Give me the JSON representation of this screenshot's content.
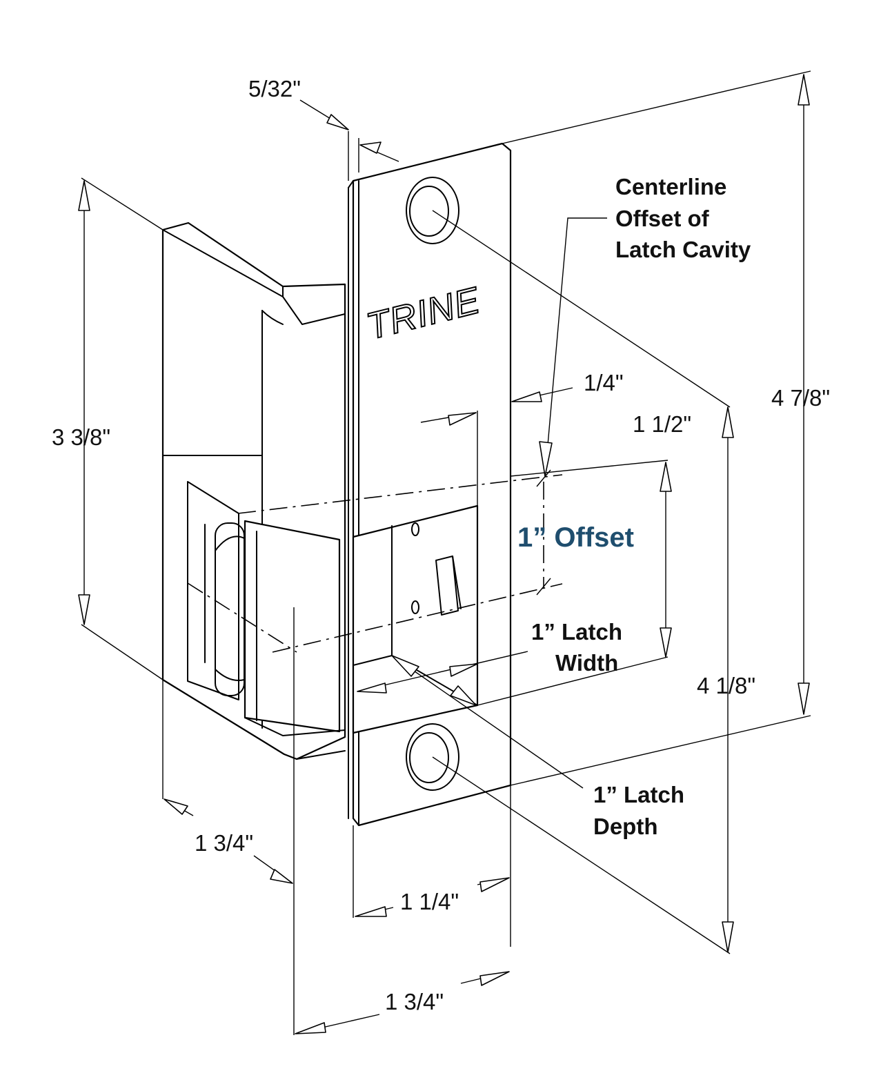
{
  "brand": "TRINE",
  "labels": {
    "top_thickness": "5/32\"",
    "overall_height": "4 7/8\"",
    "housing_height": "3 3/8\"",
    "centerline_l1": "Centerline",
    "centerline_l2": "Offset of",
    "centerline_l3": "Latch Cavity",
    "quarter": "1/4\"",
    "one_half": "1 1/2\"",
    "offset": "1” Offset",
    "latch_width_l1": "1” Latch",
    "latch_width_l2": "Width",
    "four_eighth": "4 1/8\"",
    "latch_depth_l1": "1” Latch",
    "latch_depth_l2": "Depth",
    "depth_left": "1 3/4\"",
    "faceplate_width": "1 1/4\"",
    "total_width": "1 3/4\""
  },
  "colors": {
    "accent": "#1f4e6e",
    "line": "#000000"
  }
}
